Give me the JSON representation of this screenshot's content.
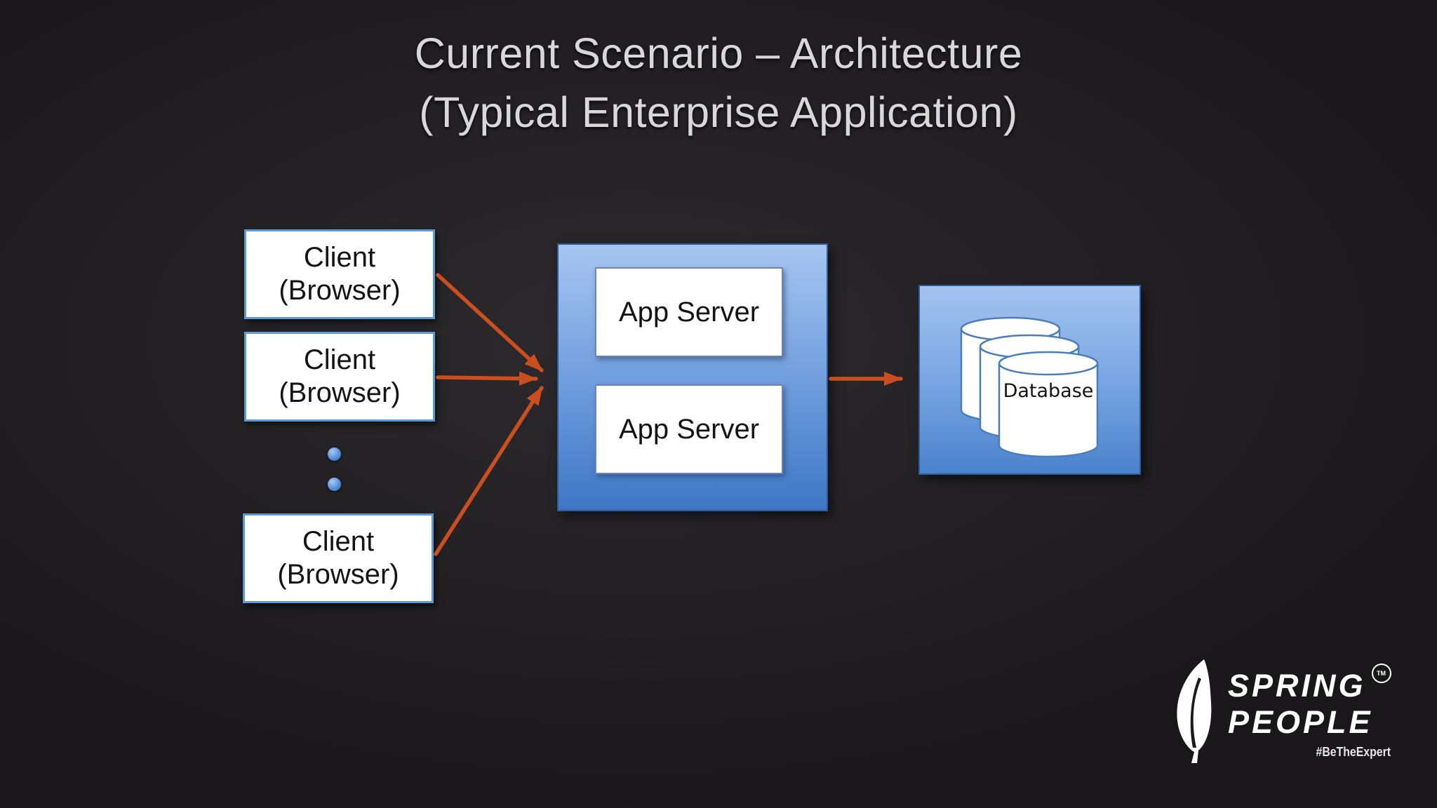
{
  "slide": {
    "title": {
      "line1": "Current Scenario – Architecture",
      "line2": "(Typical Enterprise Application)"
    }
  },
  "diagram": {
    "clients": [
      {
        "line1": "Client",
        "line2": "(Browser)"
      },
      {
        "line1": "Client",
        "line2": "(Browser)"
      },
      {
        "line1": "Client",
        "line2": "(Browser)"
      }
    ],
    "app_server_group": {
      "servers": [
        {
          "label": "App Server"
        },
        {
          "label": "App Server"
        }
      ]
    },
    "database": {
      "label": "Database"
    }
  },
  "logo": {
    "line1": "SPRING",
    "line2": "PEOPLE",
    "trademark": "TM",
    "tagline": "#BeTheExpert"
  },
  "colors": {
    "arrow": "#ca4e20",
    "panel-top": "#a7c5f1",
    "panel-bottom": "#3e76c4",
    "db-top": "#a3c3f0",
    "db-bottom": "#4a82cc",
    "box-border": "#5b9bd5",
    "inner-border": "#6b87ad",
    "dot": "#4a86d8",
    "title-color": "#d8d8d8"
  }
}
